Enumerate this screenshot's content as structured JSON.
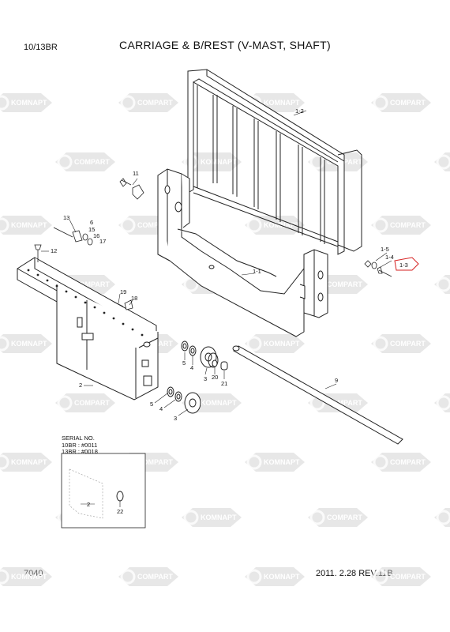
{
  "header": {
    "model": "10/13BR",
    "title": "CARRIAGE & B/REST (V-MAST, SHAFT)"
  },
  "footer": {
    "page_number": "7040",
    "revision": "2011. 2.28  REV.11B"
  },
  "serial_note": {
    "heading": "SERIAL NO.",
    "lines": [
      "10BR : #0011",
      "13BR : #0018"
    ]
  },
  "watermark": {
    "text_a": "KOMNAPT",
    "text_b": "COMPART"
  },
  "parts": {
    "p1_1": "1-1",
    "p1_2": "1-2",
    "p1_3": "1-3",
    "p1_4": "1-4",
    "p1_5": "1-5",
    "p2": "2",
    "p2_inset": "2",
    "p3a": "3",
    "p3b": "3",
    "p4a": "4",
    "p4b": "4",
    "p5a": "5",
    "p5b": "5",
    "p6": "6",
    "p9": "9",
    "p11": "11",
    "p12": "12",
    "p13": "13",
    "p15": "15",
    "p16": "16",
    "p17": "17",
    "p18": "18",
    "p19": "19",
    "p20": "20",
    "p21": "21",
    "p22": "22"
  },
  "colors": {
    "line": "#222222",
    "highlight": "#d62020",
    "watermark": "#c9c9c9"
  }
}
